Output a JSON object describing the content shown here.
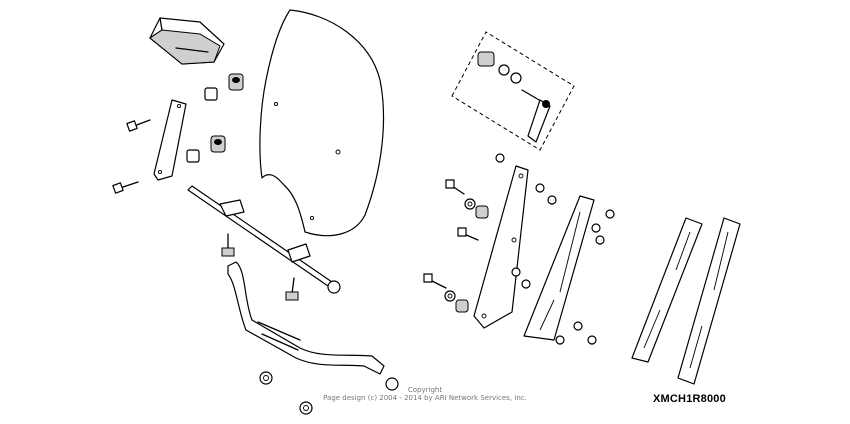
{
  "copyright": {
    "line1": "Copyright",
    "line2": "Page design (c) 2004 - 2014 by ARI Network Services, Inc."
  },
  "diagram": {
    "part_code": "XMCH1R8000"
  }
}
